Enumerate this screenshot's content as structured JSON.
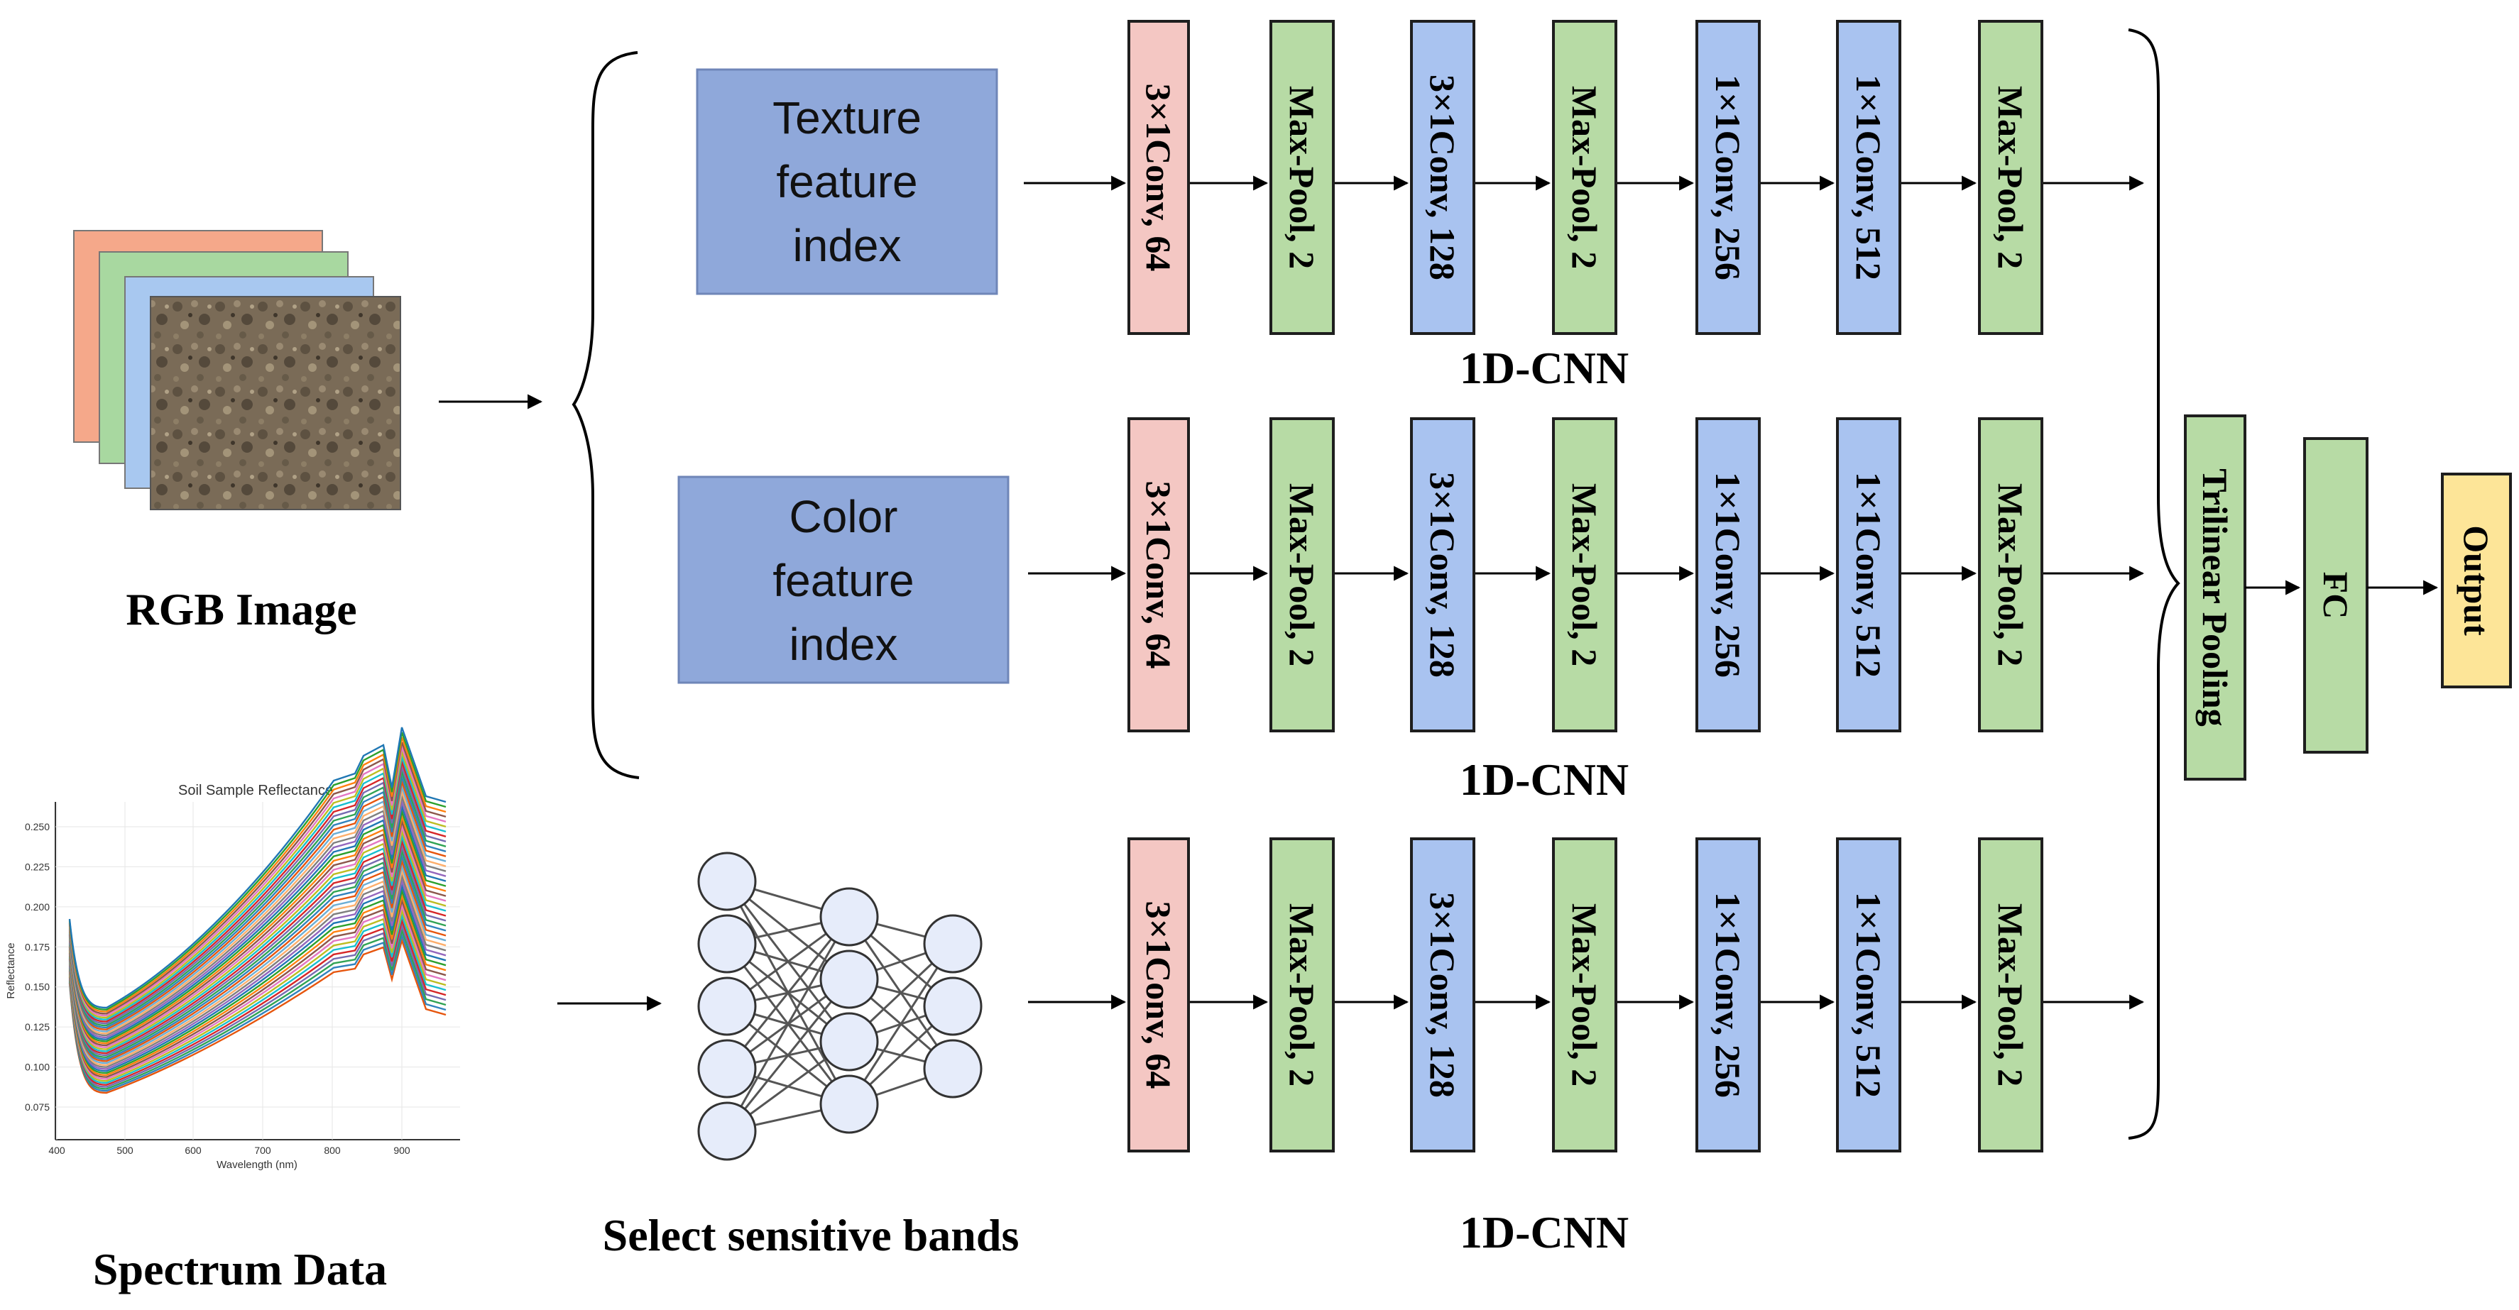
{
  "colors": {
    "conv": "#f4c7c3",
    "pool": "#b7dba5",
    "conv_blue": "#a9c3f0",
    "feature_box": "#8fa8da",
    "output": "#fde598",
    "layer_orange": "#f5a88a",
    "layer_green": "#a8d8a0",
    "layer_blue": "#a8c8f0"
  },
  "inputs": {
    "rgb_label": "RGB Image",
    "spectrum_label": "Spectrum Data",
    "select_label": "Select sensitive bands"
  },
  "features": {
    "texture_line1": "Texture",
    "texture_line2": "feature",
    "texture_line3": "index",
    "color_line1": "Color",
    "color_line2": "feature",
    "color_line3": "index"
  },
  "branches": [
    {
      "caption": "1D-CNN",
      "blocks": [
        "3×1Conv, 64",
        "Max-Pool, 2",
        "3×1Conv, 128",
        "Max-Pool, 2",
        "1×1Conv, 256",
        "1×1Conv, 512",
        "Max-Pool, 2"
      ]
    },
    {
      "caption": "1D-CNN",
      "blocks": [
        "3×1Conv, 64",
        "Max-Pool, 2",
        "3×1Conv, 128",
        "Max-Pool, 2",
        "1×1Conv, 256",
        "1×1Conv, 512",
        "Max-Pool, 2"
      ]
    },
    {
      "caption": "1D-CNN",
      "blocks": [
        "3×1Conv, 64",
        "Max-Pool, 2",
        "3×1Conv, 128",
        "Max-Pool, 2",
        "1×1Conv, 256",
        "1×1Conv, 512",
        "Max-Pool, 2"
      ]
    }
  ],
  "fusion": {
    "pooling": "Trilinear Pooling",
    "fc": "FC",
    "output": "Output"
  },
  "spectrum_chart": {
    "title": "Soil Sample Reflectance",
    "xlabel": "Wavelength (nm)",
    "ylabel": "Reflectance",
    "xticks": [
      "400",
      "500",
      "600",
      "700",
      "800",
      "900"
    ],
    "yticks": [
      "0.250",
      "0.225",
      "0.200",
      "0.175",
      "0.150",
      "0.125",
      "0.100",
      "0.075"
    ]
  },
  "nn_icon": {
    "layers": [
      5,
      4,
      3
    ]
  }
}
